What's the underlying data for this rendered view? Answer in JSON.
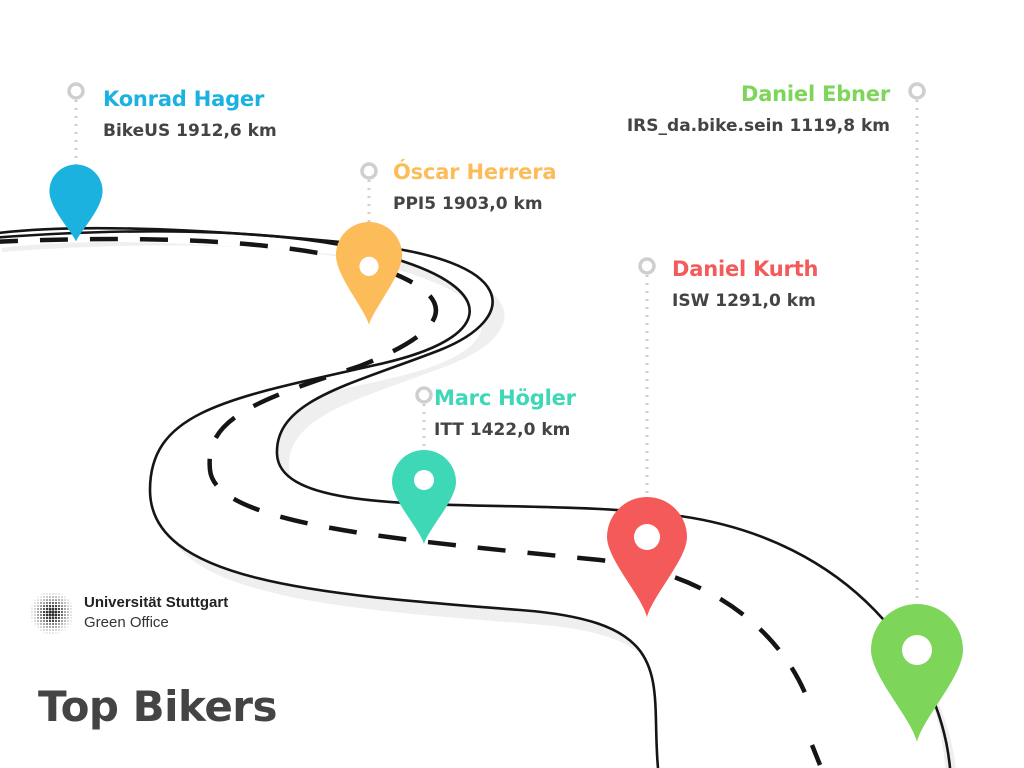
{
  "title": "Top Bikers",
  "logo": {
    "university": "Universität Stuttgart",
    "office": "Green Office"
  },
  "bikers": [
    {
      "name": "Konrad Hager",
      "detail": "BikeUS 1912,6 km",
      "color": "#1cb2e0"
    },
    {
      "name": "Óscar Herrera",
      "detail": "PPI5 1903,0 km",
      "color": "#fdbc5a"
    },
    {
      "name": "Daniel Ebner",
      "detail": "IRS_da.bike.sein 1119,8 km",
      "color": "#7dd65a"
    },
    {
      "name": "Daniel Kurth",
      "detail": "ISW 1291,0 km",
      "color": "#f55a5a"
    },
    {
      "name": "Marc Högler",
      "detail": "ITT 1422,0 km",
      "color": "#3ed8b7"
    }
  ],
  "colors": {
    "road_outline": "#151515",
    "road_shadow": "#efefef",
    "connector": "#cfcfcf",
    "title": "#444444"
  }
}
